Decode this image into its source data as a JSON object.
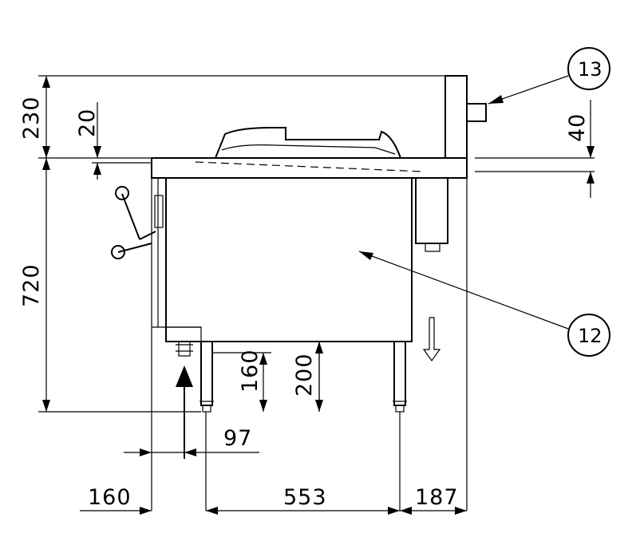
{
  "dimensions": {
    "d230": "230",
    "d20": "20",
    "d720": "720",
    "d160_height": "160",
    "d200": "200",
    "d97": "97",
    "d160_width": "160",
    "d553": "553",
    "d187": "187",
    "d40": "40"
  },
  "callouts": {
    "c12": "12",
    "c13": "13"
  },
  "colors": {
    "line": "#000000",
    "background": "#ffffff"
  }
}
